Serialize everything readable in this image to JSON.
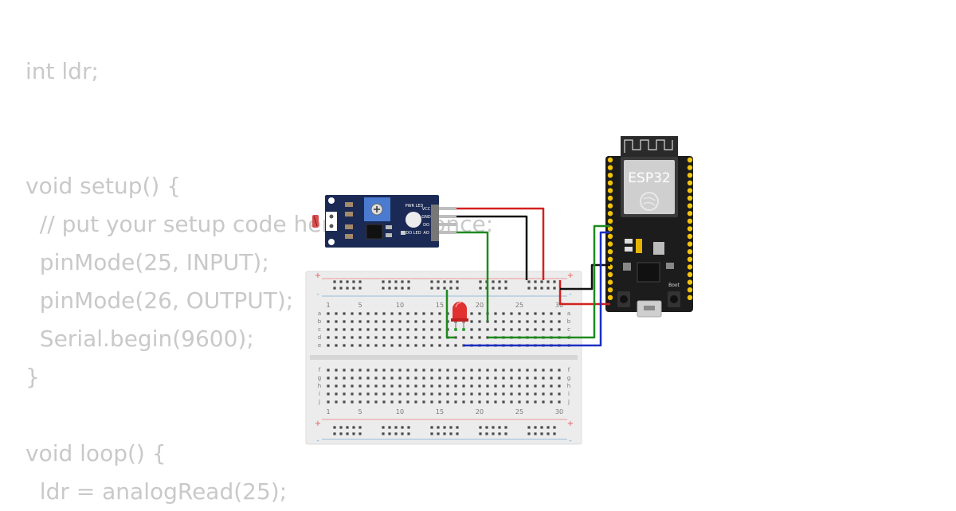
{
  "code": {
    "lines": [
      "int ldr;",
      "",
      "",
      "void setup() {",
      "  // put your setup code here, to run once:",
      "  pinMode(25, INPUT);",
      "  pinMode(26, OUTPUT);",
      "  Serial.begin(9600);",
      "}",
      "",
      "void loop() {",
      "  ldr = analogRead(25);"
    ]
  },
  "breadboard": {
    "column_numbers": [
      "1",
      "5",
      "10",
      "15",
      "20",
      "25",
      "30"
    ],
    "rows_top": [
      "a",
      "b",
      "c",
      "d",
      "e"
    ],
    "rows_bottom": [
      "f",
      "g",
      "h",
      "i",
      "j"
    ],
    "rail_plus": "+",
    "rail_minus": "-"
  },
  "ldr_module": {
    "pins": [
      "VCC",
      "GND",
      "DO",
      "AO"
    ],
    "led_labels": [
      "PWR LED",
      "DO LED"
    ]
  },
  "esp32": {
    "label": "ESP32",
    "boot_label": "Boot"
  },
  "colors": {
    "code_text": "#c9c9c9",
    "wire_red": "#d32020",
    "wire_black": "#111111",
    "wire_green": "#1f8a1f",
    "wire_blue": "#1b2fc2",
    "module_pcb": "#1b2a55",
    "esp_board": "#1c1c1c",
    "breadboard": "#ececec"
  }
}
